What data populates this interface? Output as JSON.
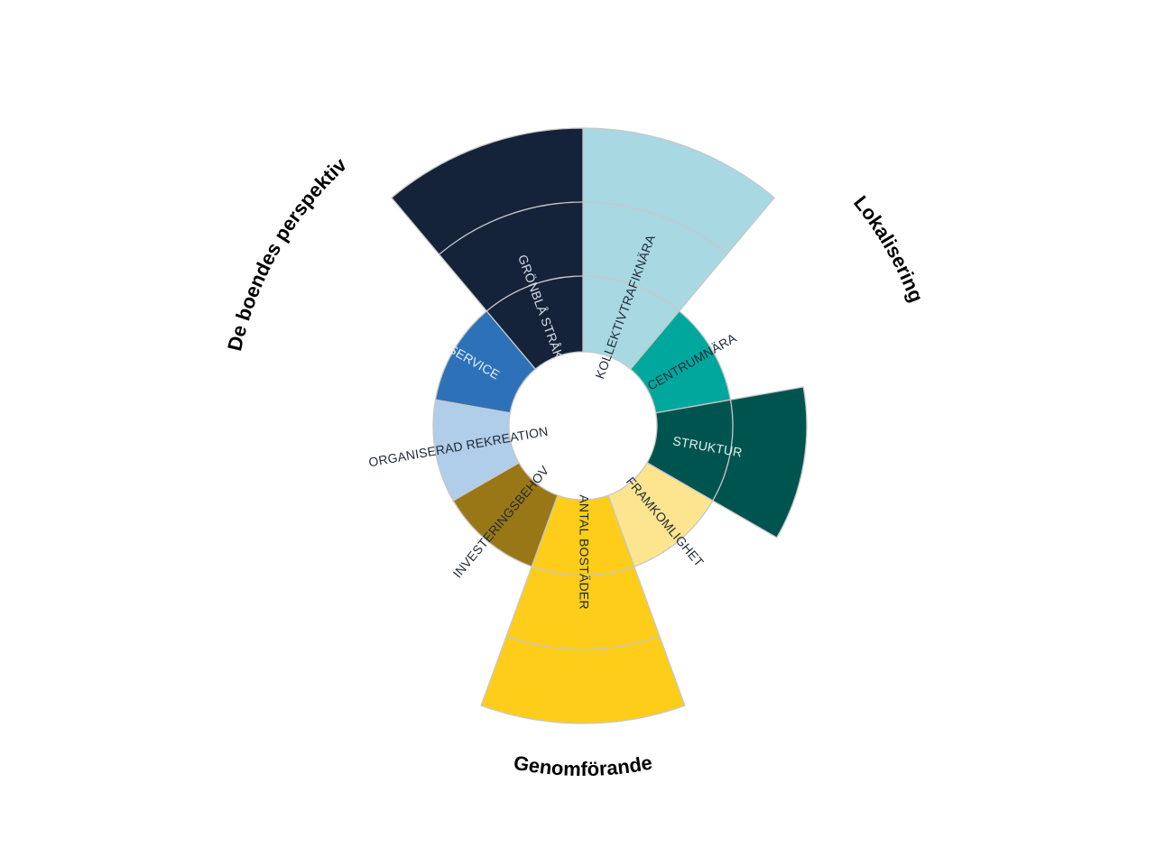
{
  "chart_data": {
    "type": "polar-area",
    "title": "",
    "rings": 3,
    "groups": [
      {
        "label": "Lokalisering",
        "segments": [
          "KOLLEKTIVTRAFIKNÄRA",
          "CENTRUMNÄRA",
          "STRUKTUR"
        ]
      },
      {
        "label": "Genomförande",
        "segments": [
          "FRAMKOMLIGHET",
          "ANTAL BOSTÄDER",
          "INVESTERINGSBEHOV"
        ]
      },
      {
        "label": "De boendes perspektiv",
        "segments": [
          "ORGANISERAD REKREATION",
          "SERVICE",
          "GRÖNBLÅ STRÅK"
        ]
      }
    ],
    "segments": [
      {
        "label": "KOLLEKTIVTRAFIKNÄRA",
        "value": 3,
        "color": "#a8d8e2",
        "text_color": "#1f2a36"
      },
      {
        "label": "CENTRUMNÄRA",
        "value": 1,
        "color": "#00a79d",
        "text_color": "#1f2a36"
      },
      {
        "label": "STRUKTUR",
        "value": 2,
        "color": "#005450",
        "text_color": "#e6eef0"
      },
      {
        "label": "FRAMKOMLIGHET",
        "value": 1,
        "color": "#fde58f",
        "text_color": "#1f2a36"
      },
      {
        "label": "ANTAL BOSTÄDER",
        "value": 3,
        "color": "#fdcd1a",
        "text_color": "#1f2a36"
      },
      {
        "label": "INVESTERINGSBEHOV",
        "value": 1,
        "color": "#9a7716",
        "text_color": "#1f2a36"
      },
      {
        "label": "ORGANISERAD REKREATION",
        "value": 1,
        "color": "#b0cde9",
        "text_color": "#1f2a36"
      },
      {
        "label": "SERVICE",
        "value": 1,
        "color": "#2d72b8",
        "text_color": "#e6eef6"
      },
      {
        "label": "GRÖNBLÅ STRÅK",
        "value": 3,
        "color": "#15233a",
        "text_color": "#d6dde6"
      }
    ],
    "grid": true,
    "legend": "none"
  }
}
